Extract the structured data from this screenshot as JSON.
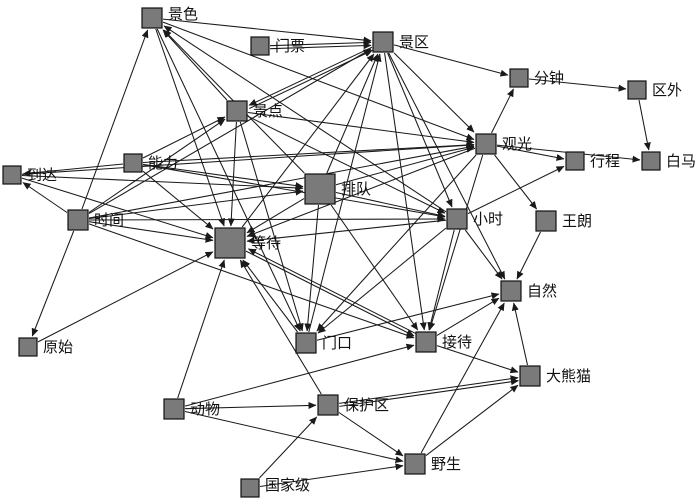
{
  "diagram": {
    "type": "directed-network",
    "node_color": "#7a7a7a",
    "edge_color": "#1a1a1a",
    "nodes": [
      {
        "id": "jingse",
        "label": "景色"
      },
      {
        "id": "menpiao",
        "label": "门票"
      },
      {
        "id": "jingqu",
        "label": "景区"
      },
      {
        "id": "fenzhong",
        "label": "分钟"
      },
      {
        "id": "quwai",
        "label": "区外"
      },
      {
        "id": "jingdian",
        "label": "景点"
      },
      {
        "id": "guanguang",
        "label": "观光"
      },
      {
        "id": "xingcheng",
        "label": "行程"
      },
      {
        "id": "baima",
        "label": "白马"
      },
      {
        "id": "daoda",
        "label": "到达"
      },
      {
        "id": "nengli",
        "label": "能力"
      },
      {
        "id": "paidui",
        "label": "排队"
      },
      {
        "id": "shijian",
        "label": "时间"
      },
      {
        "id": "xiaoshi",
        "label": "小时"
      },
      {
        "id": "wanglang",
        "label": "王朗"
      },
      {
        "id": "dengdai",
        "label": "等待"
      },
      {
        "id": "ziran",
        "label": "自然"
      },
      {
        "id": "yuanshi",
        "label": "原始"
      },
      {
        "id": "menkou",
        "label": "门口"
      },
      {
        "id": "jiedai",
        "label": "接待"
      },
      {
        "id": "daxiongmao",
        "label": "大熊猫"
      },
      {
        "id": "dongwu",
        "label": "动物"
      },
      {
        "id": "baohuqu",
        "label": "保护区"
      },
      {
        "id": "yesheng",
        "label": "野生"
      },
      {
        "id": "guojiaji",
        "label": "国家级"
      }
    ],
    "edges": [
      [
        "menpiao",
        "jingqu"
      ],
      [
        "menpiao",
        "jingqu"
      ],
      [
        "jingse",
        "jingqu"
      ],
      [
        "jingse",
        "guanguang"
      ],
      [
        "jingse",
        "dengdai"
      ],
      [
        "jingse",
        "menkou"
      ],
      [
        "jingdian",
        "jingse"
      ],
      [
        "paidui",
        "jingse"
      ],
      [
        "xiaoshi",
        "jingse"
      ],
      [
        "shijian",
        "jingse"
      ],
      [
        "jingqu",
        "fenzhong"
      ],
      [
        "jingqu",
        "guanguang"
      ],
      [
        "jingqu",
        "xiaoshi"
      ],
      [
        "jingqu",
        "jiedai"
      ],
      [
        "jingqu",
        "ziran"
      ],
      [
        "jingqu",
        "jingdian"
      ],
      [
        "dengdai",
        "jingqu"
      ],
      [
        "paidui",
        "jingqu"
      ],
      [
        "menkou",
        "jingqu"
      ],
      [
        "shijian",
        "jingqu"
      ],
      [
        "jingdian",
        "jingqu"
      ],
      [
        "guanguang",
        "fenzhong"
      ],
      [
        "fenzhong",
        "quwai"
      ],
      [
        "quwai",
        "baima"
      ],
      [
        "xiaoshi",
        "xingcheng"
      ],
      [
        "guanguang",
        "xingcheng"
      ],
      [
        "guanguang",
        "baima"
      ],
      [
        "jingdian",
        "guanguang"
      ],
      [
        "jingdian",
        "xiaoshi"
      ],
      [
        "jingdian",
        "dengdai"
      ],
      [
        "jingdian",
        "menkou"
      ],
      [
        "nengli",
        "jingdian"
      ],
      [
        "nengli",
        "dengdai"
      ],
      [
        "nengli",
        "guanguang"
      ],
      [
        "nengli",
        "xiaoshi"
      ],
      [
        "nengli",
        "daoda"
      ],
      [
        "nengli",
        "paidui"
      ],
      [
        "shijian",
        "daoda"
      ],
      [
        "shijian",
        "yuanshi"
      ],
      [
        "shijian",
        "dengdai"
      ],
      [
        "shijian",
        "jingdian"
      ],
      [
        "shijian",
        "paidui"
      ],
      [
        "shijian",
        "xiaoshi"
      ],
      [
        "shijian",
        "guanguang"
      ],
      [
        "shijian",
        "jiedai"
      ],
      [
        "daoda",
        "paidui"
      ],
      [
        "daoda",
        "dengdai"
      ],
      [
        "daoda",
        "guanguang"
      ],
      [
        "paidui",
        "dengdai"
      ],
      [
        "paidui",
        "menkou"
      ],
      [
        "paidui",
        "xiaoshi"
      ],
      [
        "paidui",
        "jiedai"
      ],
      [
        "paidui",
        "guanguang"
      ],
      [
        "xiaoshi",
        "dengdai"
      ],
      [
        "guanguang",
        "dengdai"
      ],
      [
        "xiaoshi",
        "menkou"
      ],
      [
        "xiaoshi",
        "jiedai"
      ],
      [
        "xiaoshi",
        "ziran"
      ],
      [
        "guanguang",
        "menkou"
      ],
      [
        "guanguang",
        "jiedai"
      ],
      [
        "guanguang",
        "wanglang"
      ],
      [
        "wanglang",
        "ziran"
      ],
      [
        "dengdai",
        "jiedai"
      ],
      [
        "jiedai",
        "dengdai"
      ],
      [
        "menkou",
        "dengdai"
      ],
      [
        "menkou",
        "ziran"
      ],
      [
        "jiedai",
        "ziran"
      ],
      [
        "jiedai",
        "daxiongmao"
      ],
      [
        "daxiongmao",
        "ziran"
      ],
      [
        "yuanshi",
        "dengdai"
      ],
      [
        "dongwu",
        "dengdai"
      ],
      [
        "dongwu",
        "baohuqu"
      ],
      [
        "dongwu",
        "jiedai"
      ],
      [
        "dongwu",
        "yesheng"
      ],
      [
        "baohuqu",
        "daxiongmao"
      ],
      [
        "baohuqu",
        "daxiongmao"
      ],
      [
        "baohuqu",
        "yesheng"
      ],
      [
        "baohuqu",
        "dengdai"
      ],
      [
        "yesheng",
        "daxiongmao"
      ],
      [
        "yesheng",
        "ziran"
      ],
      [
        "guojiaji",
        "yesheng"
      ],
      [
        "guojiaji",
        "baohuqu"
      ]
    ]
  }
}
